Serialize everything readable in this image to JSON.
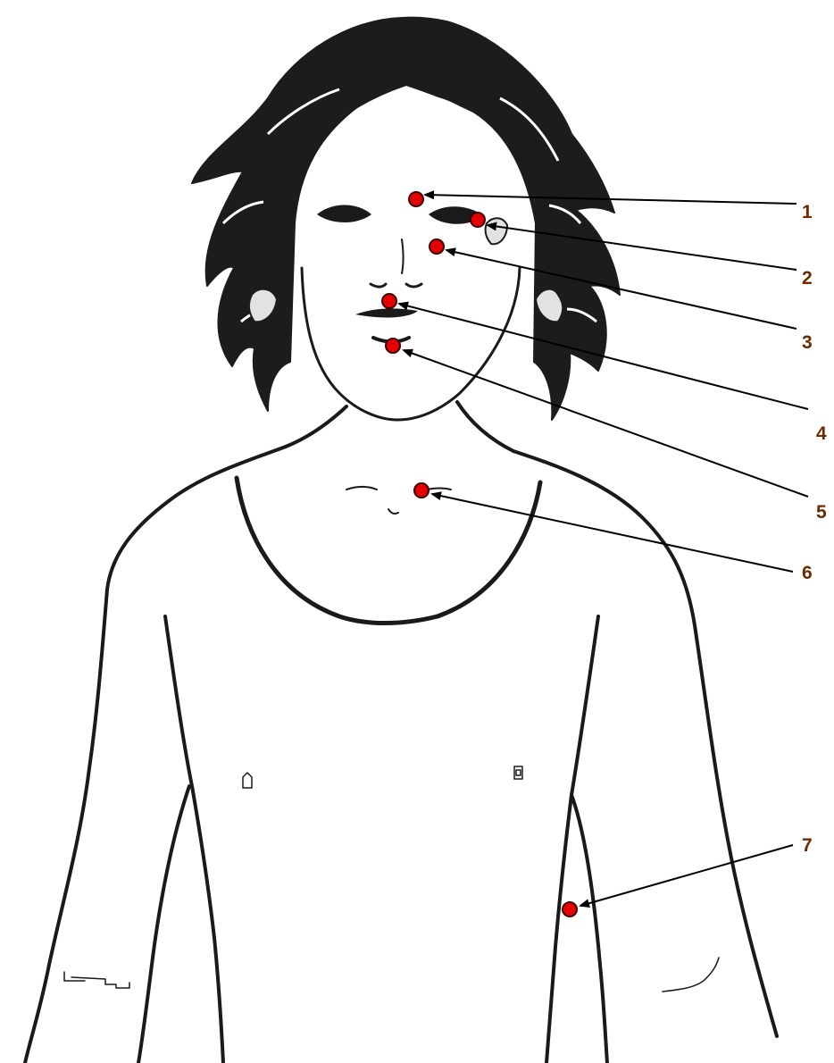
{
  "colors": {
    "point_fill": "#e60000",
    "point_stroke": "#3a0000",
    "label_color": "#6b2a00",
    "line_color": "#000000"
  },
  "points": [
    {
      "id": "1",
      "label": "1"
    },
    {
      "id": "2",
      "label": "2"
    },
    {
      "id": "3",
      "label": "3"
    },
    {
      "id": "4",
      "label": "4"
    },
    {
      "id": "5",
      "label": "5"
    },
    {
      "id": "6",
      "label": "6"
    },
    {
      "id": "7",
      "label": "7"
    }
  ]
}
